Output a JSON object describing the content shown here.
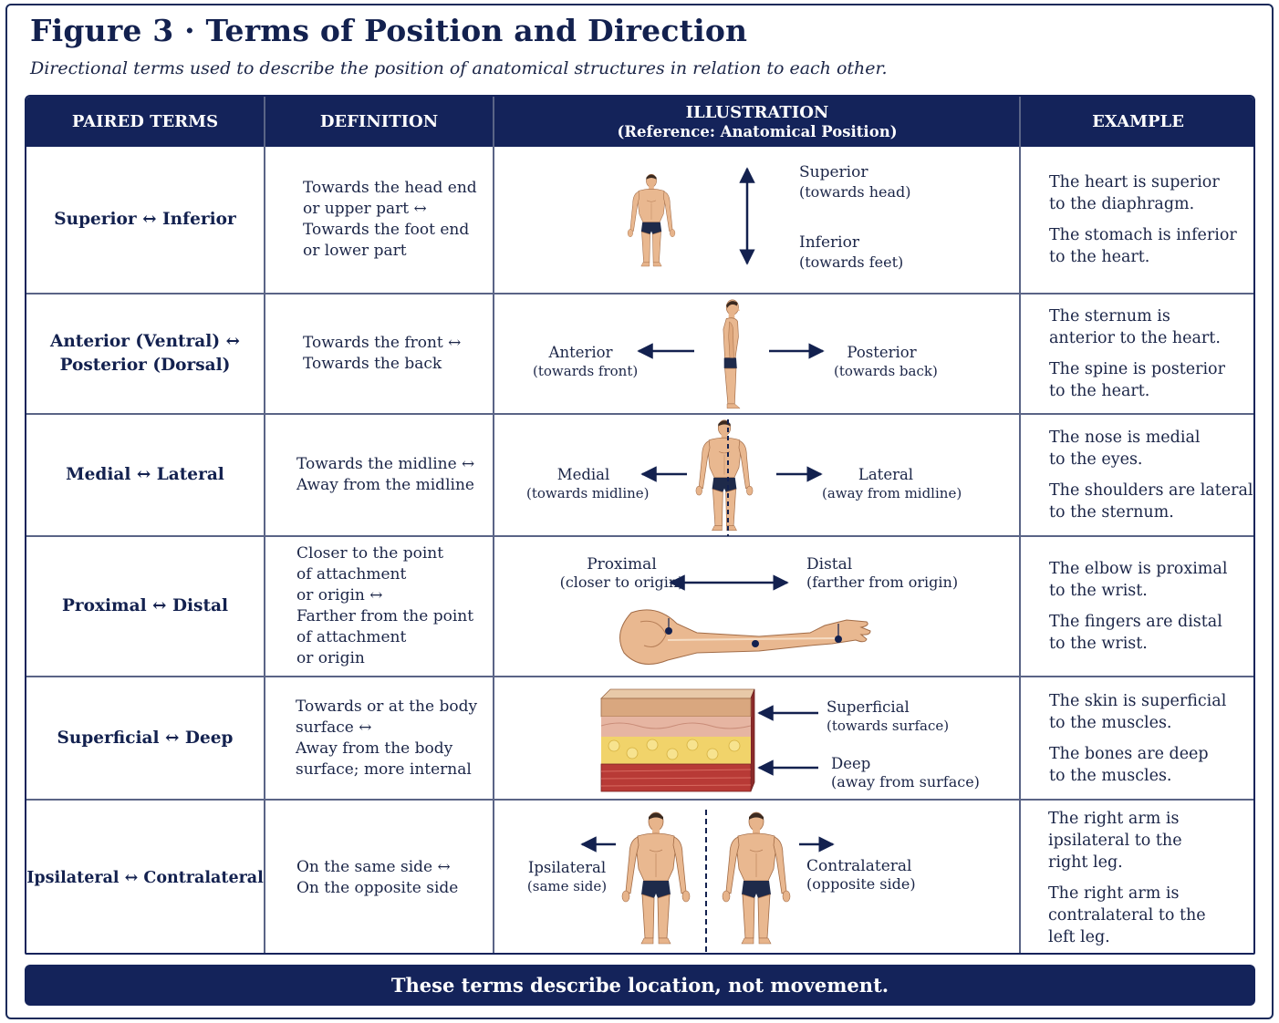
{
  "figure": {
    "title": "Figure 3 · Terms of Position and Direction",
    "subtitle": "Directional terms used to describe the position of anatomical structures in relation to each other."
  },
  "table": {
    "headers": {
      "paired_terms": "PAIRED TERMS",
      "definition": "DEFINITION",
      "illustration": "ILLUSTRATION",
      "illustration_sub": "(Reference: Anatomical Position)",
      "example": "EXAMPLE"
    },
    "rows": [
      {
        "term": "Superior ↔ Inferior",
        "definition": "Towards the head end\n or upper part ↔\nTowards the foot end\n or lower part",
        "illustration": {
          "a": "Superior",
          "a_sub": "(towards head)",
          "b": "Inferior",
          "b_sub": "(towards feet)"
        },
        "examples": [
          "The heart is superior\nto the diaphragm.",
          "The stomach is inferior\nto the heart."
        ]
      },
      {
        "term_line1": "Anterior (Ventral) ↔",
        "term_line2": "Posterior (Dorsal)",
        "definition": "Towards the front ↔\nTowards the back",
        "illustration": {
          "a": "Anterior",
          "a_sub": "(towards front)",
          "b": "Posterior",
          "b_sub": "(towards back)"
        },
        "examples": [
          "The sternum is\nanterior to the heart.",
          "The spine is posterior\nto the heart."
        ]
      },
      {
        "term": "Medial ↔ Lateral",
        "definition": "Towards the midline ↔\nAway from the midline",
        "illustration": {
          "a": "Medial",
          "a_sub": "(towards midline)",
          "b": "Lateral",
          "b_sub": "(away from midline)"
        },
        "examples": [
          "The nose is medial\nto the eyes.",
          "The shoulders are lateral\nto the sternum."
        ]
      },
      {
        "term": "Proximal ↔ Distal",
        "definition": "Closer to the point\nof attachment\nor origin ↔\nFarther from the point\nof attachment\nor origin",
        "illustration": {
          "a": "Proximal",
          "a_sub": "(closer to origin)",
          "b": "Distal",
          "b_sub": "(farther from origin)"
        },
        "examples": [
          "The elbow is proximal\nto the wrist.",
          "The fingers are distal\nto the wrist."
        ]
      },
      {
        "term": "Superficial ↔ Deep",
        "definition": "Towards or at the body\nsurface ↔\nAway from the body\nsurface; more internal",
        "illustration": {
          "a": "Superficial",
          "a_sub": "(towards surface)",
          "b": "Deep",
          "b_sub": "(away from surface)"
        },
        "examples": [
          "The skin is superficial\nto the muscles.",
          "The bones are deep\nto the muscles."
        ]
      },
      {
        "term": "Ipsilateral ↔ Contralateral",
        "definition": "On the same side ↔\nOn the opposite side",
        "illustration": {
          "a": "Ipsilateral",
          "a_sub": "(same side)",
          "b": "Contralateral",
          "b_sub": "(opposite side)"
        },
        "examples": [
          "The right arm is\nipsilateral to the\nright leg.",
          "The right arm is\ncontralateral to the\nleft leg."
        ]
      }
    ]
  },
  "footer": "These terms describe location, not movement.",
  "colors": {
    "navy": "#14235a",
    "skin": "#e9b890",
    "shorts": "#1e2a4a"
  },
  "icons": [
    "human-figure-front-icon",
    "human-figure-side-icon",
    "arm-icon",
    "skin-layers-icon",
    "arrow-icon"
  ]
}
